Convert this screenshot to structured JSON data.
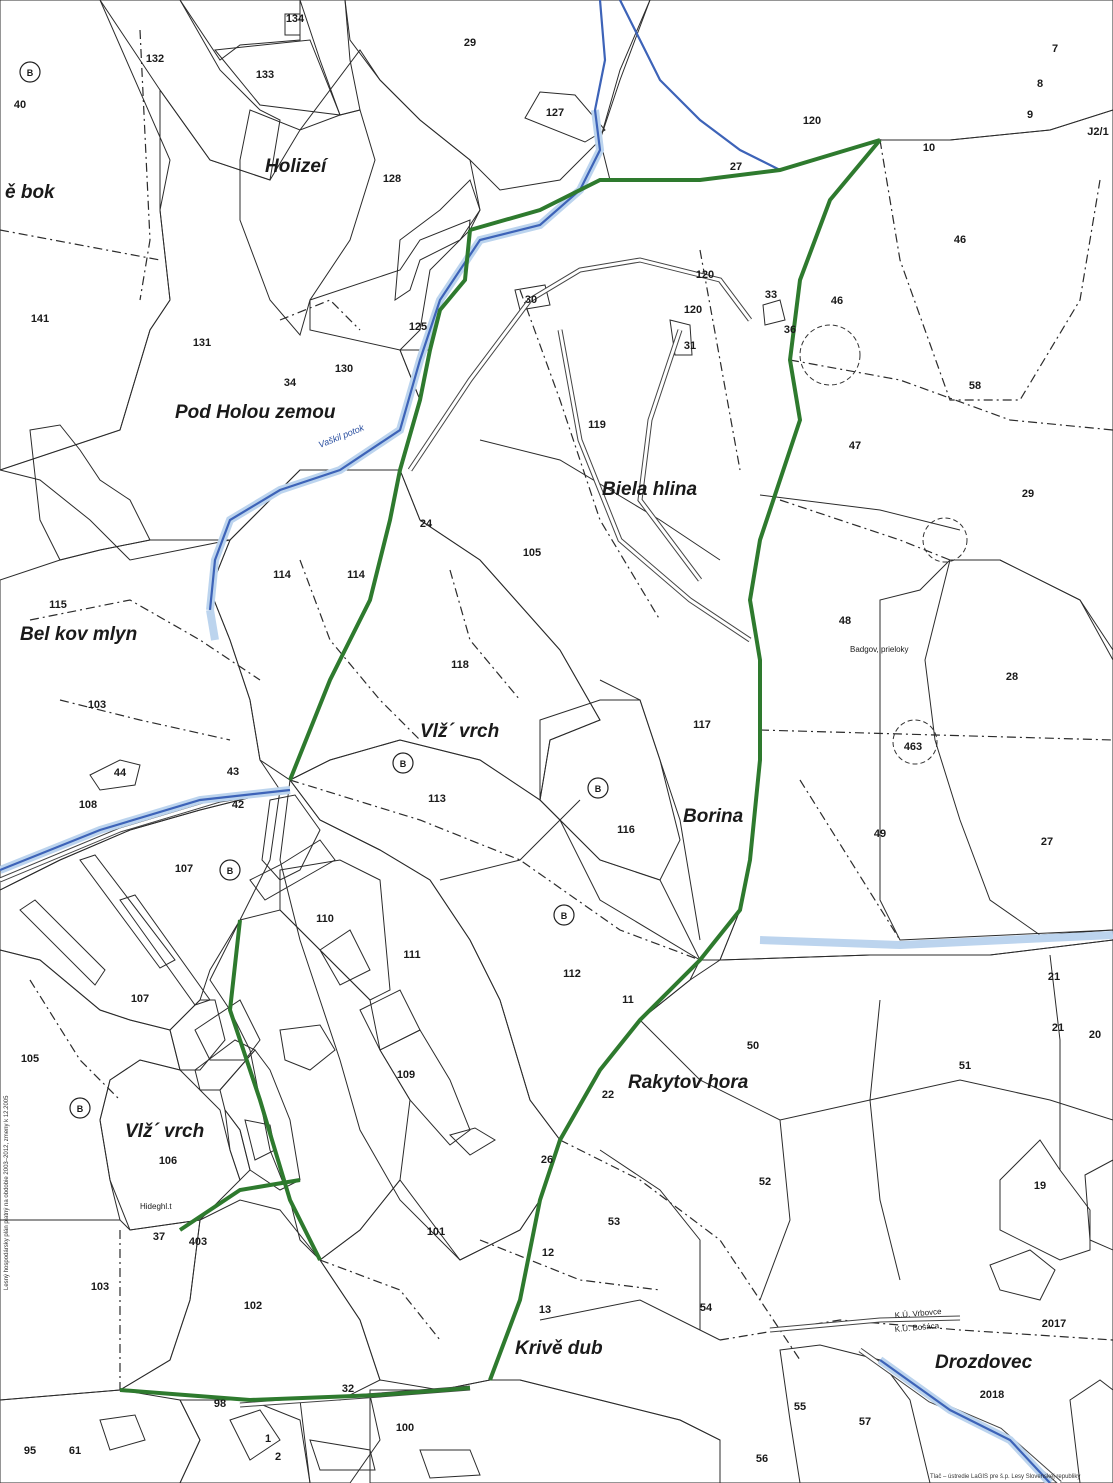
{
  "colors": {
    "orange": "#ee9a52",
    "blue": "#2e6de0",
    "grey": "#a9a9a9",
    "red": "#e02c2c",
    "darkgreen": "#237a34",
    "yellow": "#f2f23a",
    "white": "#ffffff",
    "hatch": "#c9a860",
    "stream": "#3d63b8"
  },
  "place_names": [
    "Holizeí",
    "ě bok",
    "Pod Holou zemou",
    "Biela hlina",
    "Bel kov mlyn",
    "Vlž´ vrch",
    "Borina",
    "Rakytov hora",
    "Vlž´ vrch",
    "Krivě dub",
    "Drozdovec"
  ],
  "stream_name": "Vaškil potok",
  "small_text": [
    "Badgov, prieloky",
    "Hideghl.t",
    "K.Ú. Vrbovce",
    "K.Ú. Bošáca"
  ],
  "stand_numbers": [
    "134",
    "132",
    "133",
    "29",
    "127",
    "120",
    "27",
    "40",
    "128",
    "141",
    "131",
    "130",
    "34",
    "125",
    "30",
    "120",
    "31",
    "33",
    "46",
    "46",
    "119",
    "47",
    "29",
    "105",
    "114",
    "114",
    "118",
    "48",
    "28",
    "115",
    "103",
    "44",
    "43",
    "42",
    "108",
    "117",
    "463",
    "113",
    "116",
    "49",
    "27",
    "107",
    "112",
    "111",
    "21",
    "21",
    "107",
    "110",
    "105",
    "109",
    "50",
    "51",
    "20",
    "106",
    "52",
    "19",
    "53",
    "101",
    "403",
    "102",
    "103",
    "54",
    "2017",
    "55",
    "57",
    "98",
    "100",
    "56",
    "2018",
    "95",
    "61",
    "12",
    "13",
    "11",
    "24",
    "22",
    "37",
    "26",
    "120",
    "10",
    "32",
    "58",
    "36",
    "7",
    "8",
    "9",
    "J2/1",
    "1",
    "2"
  ],
  "side_note": "Lesný hospodársky plán platný na obdobie 2003–2012, zmeny k 12.2005",
  "footer_note": "Tlač – ústredie LaGIS pre š.p. Lesy Slovenskej republiky"
}
